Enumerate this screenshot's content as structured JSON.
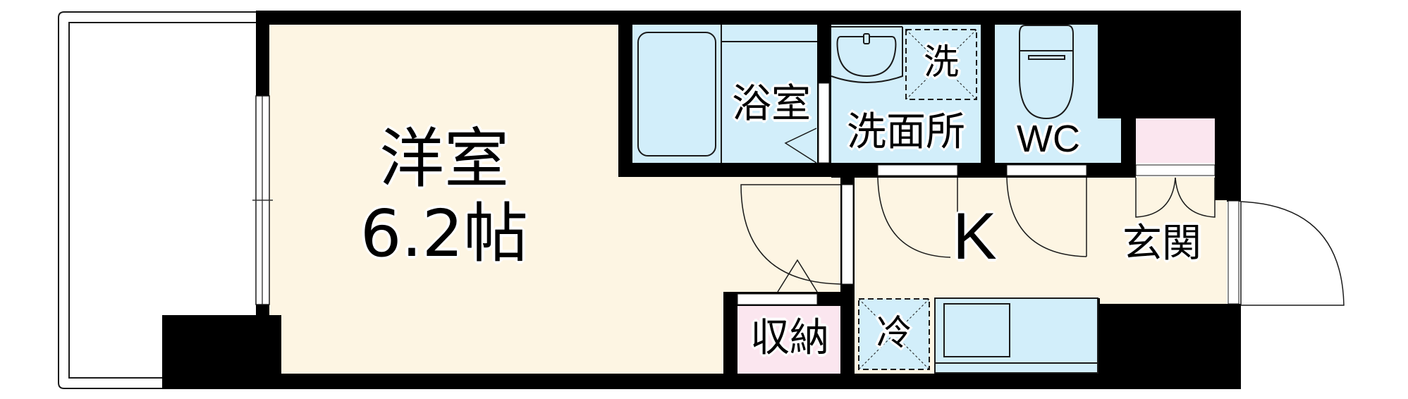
{
  "floorplan": {
    "colors": {
      "wall": "#000000",
      "floor": "#FDF5E3",
      "wet_area": "#D2EEFA",
      "storage": "#FBE6EF",
      "exterior": "#FFFFFF",
      "line": "#1a1a1a"
    },
    "rooms": {
      "western_room": {
        "name": "洋室",
        "size": "6.2帖"
      },
      "bathroom": {
        "name": "浴室"
      },
      "washroom": {
        "name": "洗面所",
        "washer_mark": "洗"
      },
      "toilet": {
        "name": "WC"
      },
      "kitchen": {
        "name": "K",
        "fridge_mark": "冷"
      },
      "storage": {
        "name": "収納"
      },
      "entrance": {
        "name": "玄関"
      }
    }
  }
}
